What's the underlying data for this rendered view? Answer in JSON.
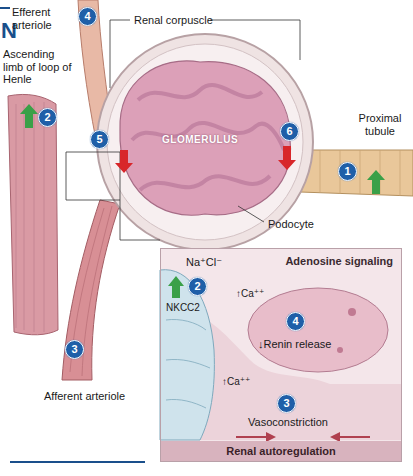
{
  "diagram": {
    "nodes": [
      {
        "text": [
          "Adenosine signaling"
        ]
      },
      {
        "text": [
          "Renal autoregulation"
        ],
        "in": 0
      }
    ],
    "labels": [
      "N",
      "Efferent arteriole",
      "4",
      "Renal corpuscle",
      "Ascending limb of loop of Henle",
      "2",
      "Proximal tubule",
      "5",
      "GLOMERULUS",
      "6",
      "1",
      "Podocyte",
      "Na⁺Cl⁻",
      "2",
      "NKCC2",
      "↑Ca⁺⁺",
      "4",
      "↓Renin release",
      "↑Ca⁺⁺",
      "Afferent arteriole",
      "3",
      "3",
      "Vasoconstriction"
    ]
  }
}
